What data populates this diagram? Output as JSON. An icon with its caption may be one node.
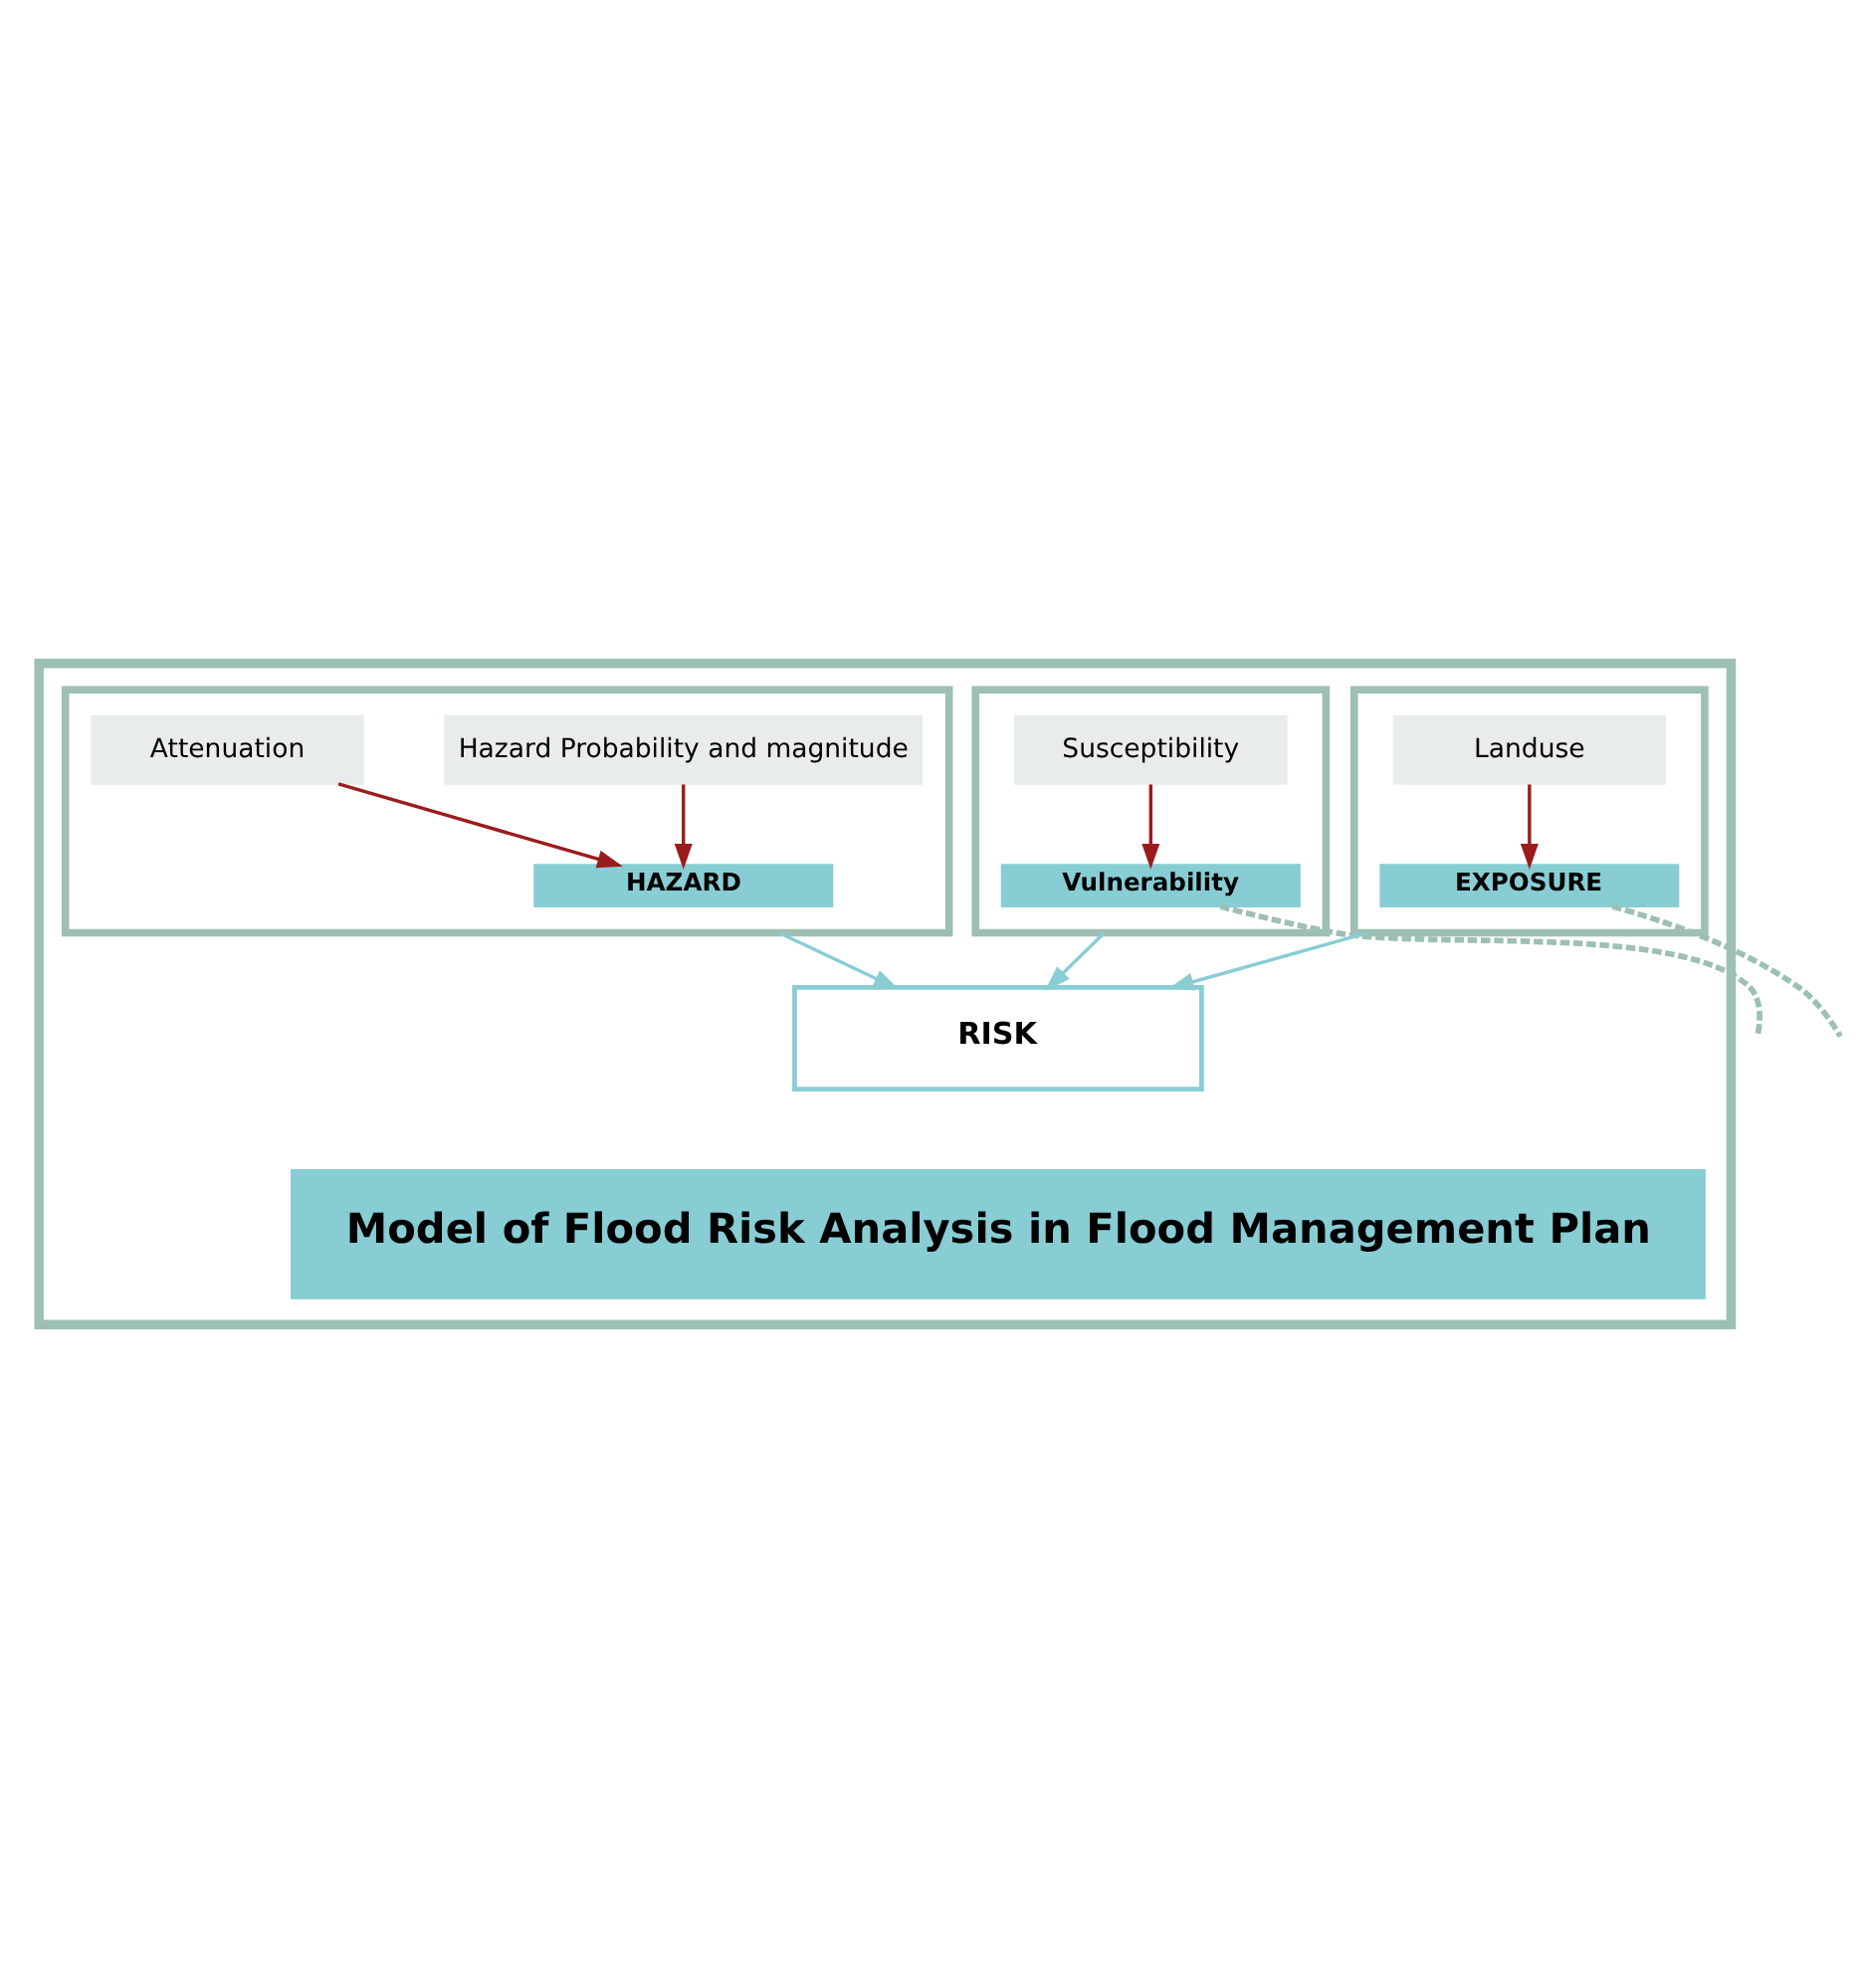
{
  "diagram": {
    "nodes": [
      {
        "text": [],
        "shape": "box"
      },
      {
        "text": [],
        "shape": "box",
        "in": 0
      },
      {
        "text": [
          "Hazard Probability and magnitude"
        ],
        "in": 1
      },
      {
        "text": [
          "Attenuation"
        ],
        "in": 1
      },
      {
        "text": [
          "HAZARD"
        ],
        "in": 1
      },
      {
        "text": [],
        "shape": "box",
        "in": 0
      },
      {
        "text": [
          "Susceptibility"
        ],
        "in": 5
      },
      {
        "text": [
          "Vulnerability"
        ],
        "in": 5
      },
      {
        "text": [],
        "shape": "box",
        "in": 0
      },
      {
        "text": [
          "Landuse"
        ],
        "in": 8
      },
      {
        "text": [
          "EXPOSURE"
        ],
        "in": 8
      },
      {
        "text": [
          "RISK"
        ],
        "in": 0
      },
      {
        "text": [
          "Model of Flood Risk Analysis in Flood Management Plan"
        ],
        "in": 0
      }
    ],
    "edges": [
      {
        "from": 2,
        "to": 4,
        "arrow": "to",
        "color": "#9b1c1c"
      },
      {
        "from": 3,
        "to": 4,
        "arrow": "to",
        "color": "#9b1c1c"
      },
      {
        "from": 6,
        "to": 7,
        "arrow": "to",
        "color": "#9b1c1c"
      },
      {
        "from": 9,
        "to": 10,
        "arrow": "to",
        "color": "#9b1c1c"
      },
      {
        "from": 1,
        "to": 11,
        "arrow": "to",
        "color": "#88cdd4"
      },
      {
        "from": 5,
        "to": 11,
        "arrow": "to",
        "color": "#88cdd4"
      },
      {
        "from": 8,
        "to": 11,
        "arrow": "to",
        "color": "#88cdd4"
      },
      {
        "from": 7,
        "to": null,
        "arrow": "none",
        "style": "dashed",
        "color": "#9dbfb4"
      },
      {
        "from": 10,
        "to": null,
        "arrow": "none",
        "style": "dashed",
        "color": "#9dbfb4"
      }
    ]
  }
}
